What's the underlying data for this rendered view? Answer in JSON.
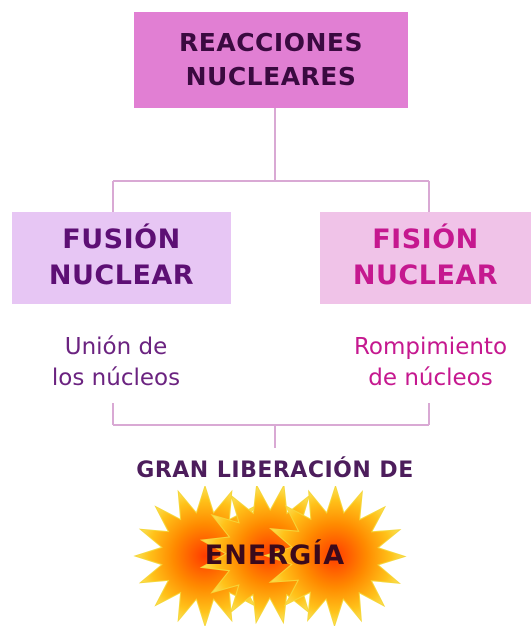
{
  "diagram": {
    "title": "REACCIONES\nNUCLEARES",
    "left_branch": {
      "label": "FUSIÓN\nNUCLEAR",
      "description": "Unión de\nlos núcleos"
    },
    "right_branch": {
      "label": "FISIÓN\nNUCLEAR",
      "description": "Rompimiento\nde núcleos"
    },
    "release_text": "GRAN LIBERACIÓN DE",
    "energy_text": "ENERGÍA"
  },
  "colors": {
    "title_box": "#e17fd3",
    "fusion_box": "#e7c6f4",
    "fision_box": "#f0c3e8",
    "fusion_text": "#5d0f74",
    "fision_text": "#c5188f",
    "connector": "#d9a9d4",
    "burst_outer": "#f7d21c",
    "burst_inner": "#ff5a00"
  }
}
